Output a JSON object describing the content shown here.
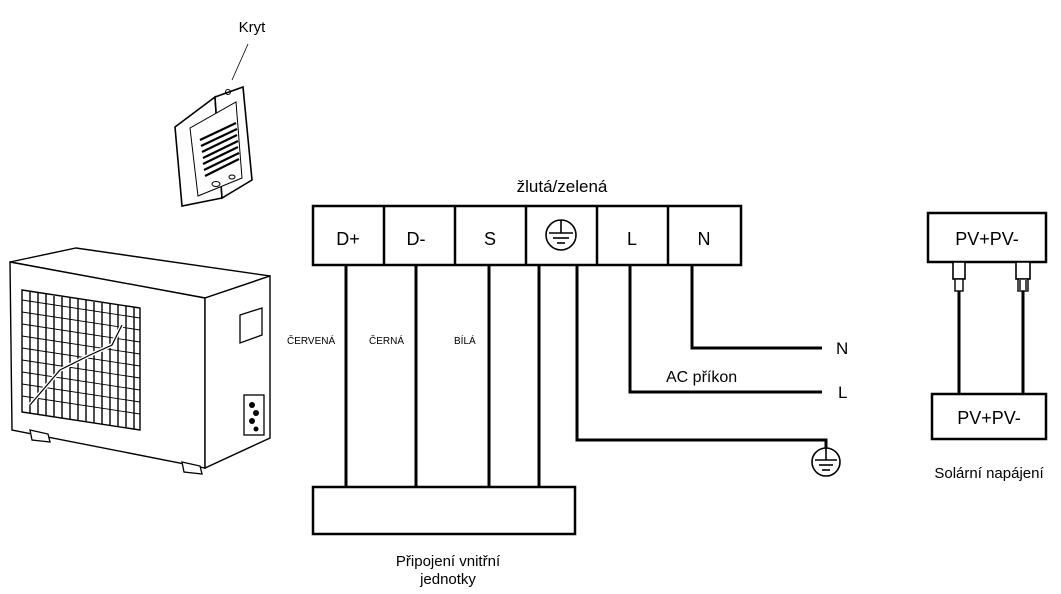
{
  "cover": {
    "label": "Kryt"
  },
  "terminal_block": {
    "group_label": "žlutá/zelená",
    "terminals": [
      "D+",
      "D-",
      "S",
      "L",
      "N"
    ],
    "ground_icon": "earth-ground-icon"
  },
  "wire_colors": {
    "red": "ČERVENÁ",
    "black": "ČERNÁ",
    "white": "BÍLÁ"
  },
  "ac_input": {
    "label": "AC příkon",
    "n_label": "N",
    "l_label": "L"
  },
  "indoor": {
    "line1": "Připojení vnitřní",
    "line2": "jednotky"
  },
  "solar": {
    "top": "PV+PV-",
    "bottom": "PV+PV-",
    "caption": "Solární napájení"
  }
}
